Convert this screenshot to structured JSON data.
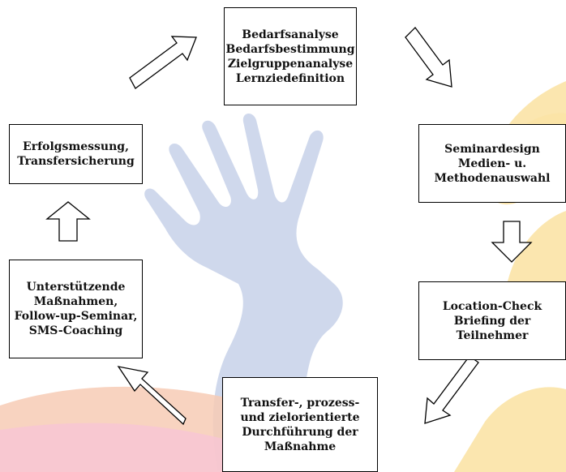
{
  "colors": {
    "watermark_blue": "#cfd8ec",
    "watermark_yellow": "#fbe3a6",
    "watermark_orange": "#f7cbb5",
    "watermark_pink": "#f7c6d4"
  },
  "boxes": {
    "top": {
      "lines": [
        "Bedarfsanalyse",
        "Bedarfsbestimmung",
        "Zielgruppenanalyse",
        "Lernziedefinition"
      ]
    },
    "right1": {
      "lines": [
        "Seminardesign",
        "Medien- u.",
        "Methodenauswahl"
      ]
    },
    "right2": {
      "lines": [
        "Location-Check",
        "Briefing der",
        "Teilnehmer"
      ]
    },
    "bottom": {
      "lines": [
        "Transfer-, prozess-",
        "und zielorientierte",
        "Durchführung der",
        "Maßnahme"
      ]
    },
    "left2": {
      "lines": [
        "Unterstützende",
        "Maßnahmen,",
        "Follow-up-Seminar,",
        "SMS-Coaching"
      ]
    },
    "left1": {
      "lines": [
        "Erfolgsmessung,",
        "Transfersicherung"
      ]
    }
  }
}
